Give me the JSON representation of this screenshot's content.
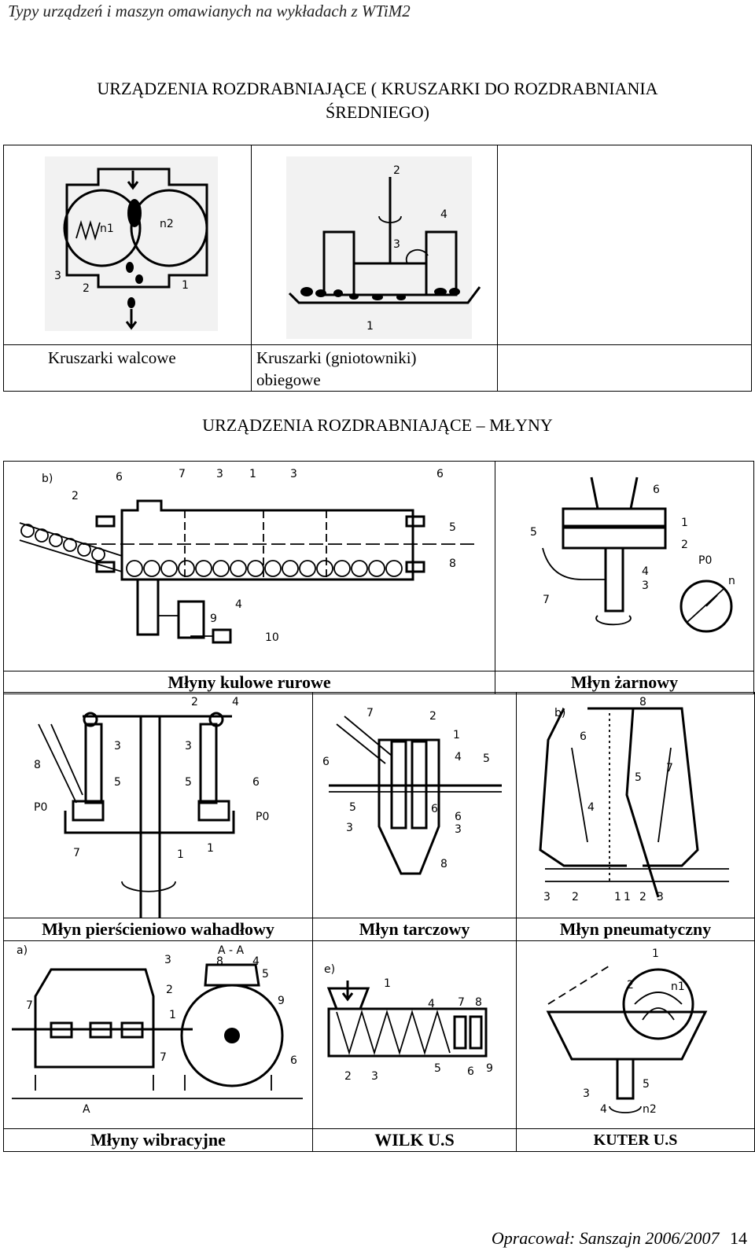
{
  "header": {
    "title": "Typy urządzeń i maszyn omawianych na wykładach z WTiM2"
  },
  "section1": {
    "title_line1": "URZĄDZENIA ROZDRABNIAJĄCE ( KRUSZARKI DO ROZDRABNIANIA",
    "title_line2": "ŚREDNIEGO)",
    "captions": {
      "walcowe": "Kruszarki walcowe",
      "obiegowe_line1": "Kruszarki (gniotowniki)",
      "obiegowe_line2": "obiegowe"
    }
  },
  "section2": {
    "title": "URZĄDZENIA ROZDRABNIAJĄCE – MŁYNY",
    "captions": {
      "kulowe": "Młyny kulowe rurowe",
      "zarnowy": "Młyn żarnowy",
      "pierscieniowy": "Młyn pierścieniowo wahadłowy",
      "tarczowy": "Młyn tarczowy",
      "pneumatyczny": "Młyn pneumatyczny",
      "wibracyjne": "Młyny wibracyjne",
      "wilk": "WILK U.S",
      "kuter": "KUTER U.S"
    }
  },
  "figure_labels": {
    "walcowe": [
      "n1",
      "n2",
      "1",
      "2",
      "3"
    ],
    "obiegowe": [
      "1",
      "2",
      "3",
      "4"
    ],
    "kulowe": [
      "b)",
      "1",
      "2",
      "3",
      "3",
      "4",
      "5",
      "6",
      "6",
      "7",
      "8",
      "9",
      "10"
    ],
    "zarnowy": [
      "1",
      "2",
      "3",
      "4",
      "5",
      "6",
      "7",
      "P0",
      "n"
    ],
    "pierscieniowy": [
      "1",
      "1",
      "2",
      "3",
      "3",
      "4",
      "5",
      "5",
      "6",
      "7",
      "8",
      "P0",
      "P0"
    ],
    "tarczowy": [
      "1",
      "2",
      "3",
      "3",
      "4",
      "5",
      "5",
      "6",
      "6",
      "6",
      "7",
      "8"
    ],
    "pneumatyczny": [
      "b)",
      "1",
      "1",
      "2",
      "2",
      "3",
      "3",
      "4",
      "5",
      "6",
      "7",
      "8"
    ],
    "wibracyjne": [
      "a)",
      "A - A",
      "A",
      "1",
      "2",
      "3",
      "4",
      "5",
      "6",
      "7",
      "7",
      "8",
      "9"
    ],
    "wilk": [
      "e)",
      "1",
      "2",
      "3",
      "4",
      "5",
      "6",
      "7",
      "8",
      "9"
    ],
    "kuter": [
      "1",
      "2",
      "3",
      "4",
      "5",
      "n1",
      "n2"
    ]
  },
  "footer": {
    "credit": "Opracował: Sanszajn 2006/2007",
    "page": "14"
  }
}
